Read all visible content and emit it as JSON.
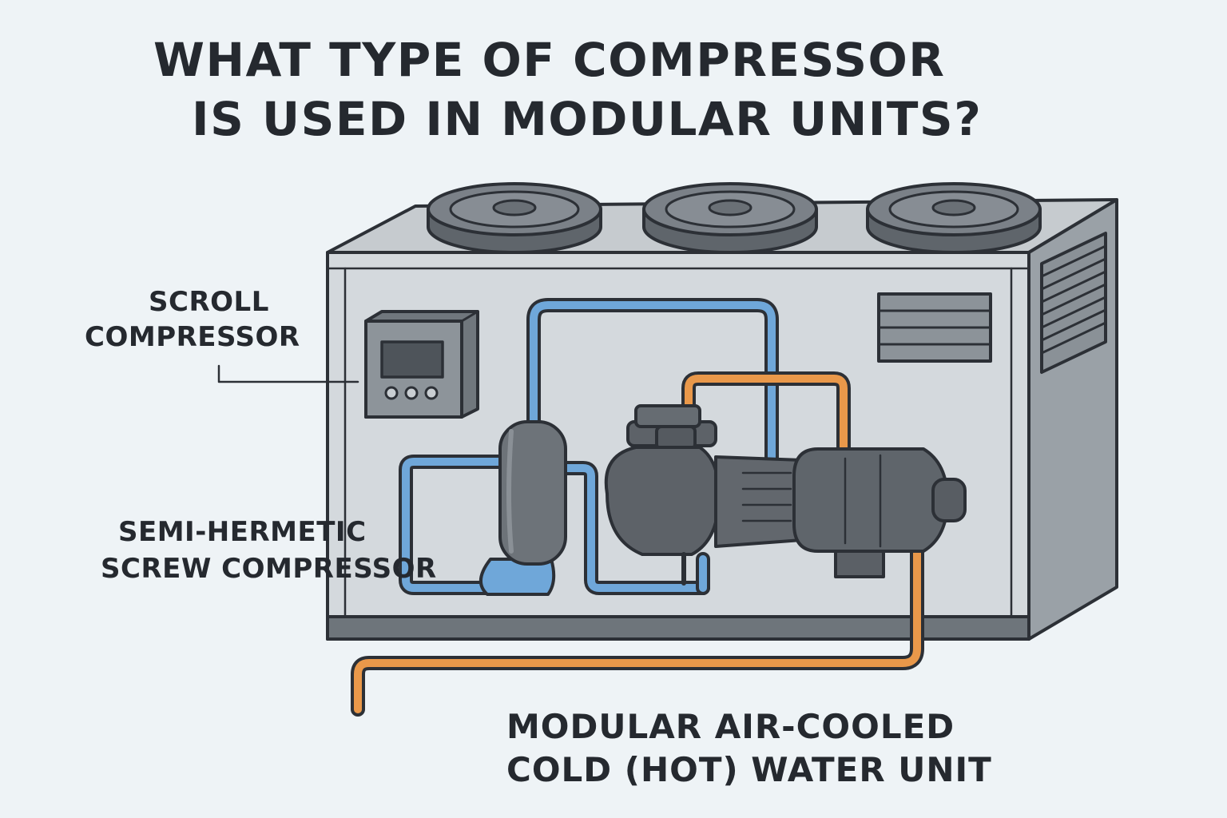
{
  "title": {
    "line1": "WHAT TYPE OF COMPRESSOR",
    "line2": "IS USED IN MODULAR UNITS?"
  },
  "labels": {
    "scroll": {
      "line1": "SCROLL",
      "line2": "COMPRESSOR"
    },
    "screw": {
      "line1": "SEMI-HERMETIC",
      "line2": "SCREW COMPRESSOR"
    },
    "unit": {
      "line1": "MODULAR AIR-COOLED",
      "line2": "COLD (HOT) WATER UNIT"
    }
  },
  "colors": {
    "background": "#eef3f6",
    "outline": "#2c3036",
    "cabinet_front": "#d4d9dd",
    "cabinet_top": "#c6cbcf",
    "cabinet_side": "#9aa1a7",
    "base": "#6e757b",
    "compressor": "#5d6268",
    "refrigerant_line": "#6fa7d9",
    "water_line": "#e9984a"
  },
  "icons": {
    "fan": "fan-icon",
    "controller": "control-panel-icon",
    "vent": "vent-grille-icon"
  }
}
